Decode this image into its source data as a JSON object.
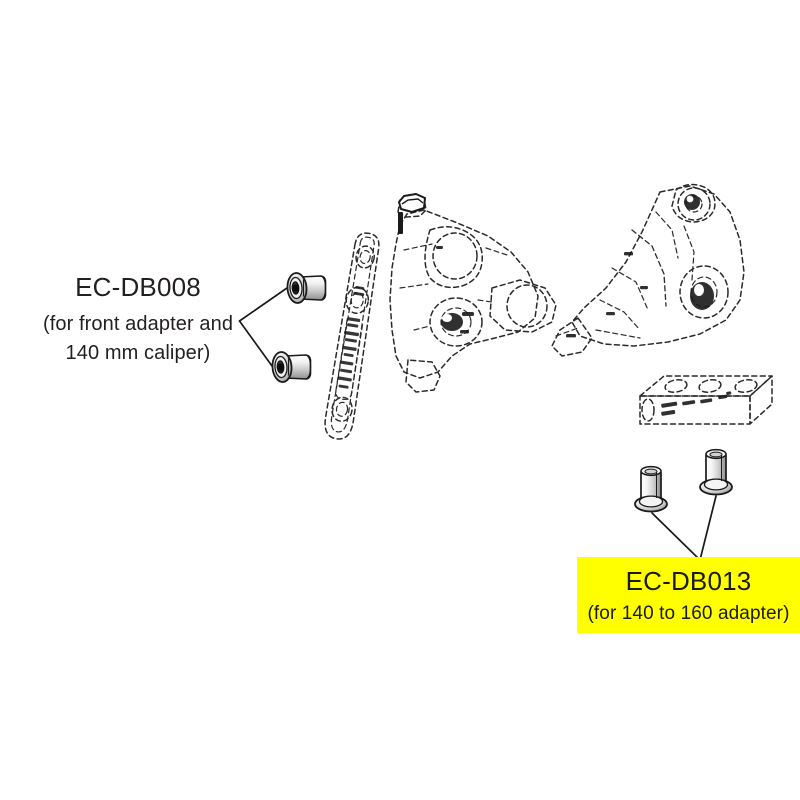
{
  "document": {
    "type": "exploded-parts-diagram",
    "subject": "Bicycle hydraulic disc brake caliper mounting hardware",
    "background_color": "#ffffff"
  },
  "callouts": [
    {
      "id": "ec-db008",
      "code": "EC-DB008",
      "description_line_1": "(for front adapter and",
      "description_line_2": "140 mm caliper)",
      "highlighted": false,
      "text_color": "#231f20"
    },
    {
      "id": "ec-db013",
      "code": "EC-DB013",
      "description_line_1": "(for 140 to 160 adapter)",
      "highlighted": true,
      "highlight_color": "#ffff00",
      "text_color": "#1a1a1a"
    }
  ],
  "parts": [
    {
      "name": "flange-bolt-upper-left",
      "kind": "hex-socket-flange-bolt",
      "style": "solid",
      "orientation": "horizontal"
    },
    {
      "name": "flange-bolt-lower-left",
      "kind": "hex-socket-flange-bolt",
      "style": "solid",
      "orientation": "horizontal"
    },
    {
      "name": "adapter-bracket-left",
      "kind": "disc-brake-mount-adapter",
      "style": "dashed",
      "orientation": "vertical-tilted"
    },
    {
      "name": "caliper-left",
      "kind": "hydraulic-disc-brake-caliper",
      "style": "dashed"
    },
    {
      "name": "caliper-right",
      "kind": "hydraulic-disc-brake-caliper",
      "style": "dashed"
    },
    {
      "name": "adapter-bracket-right",
      "kind": "disc-brake-mount-adapter",
      "style": "dashed",
      "orientation": "horizontal"
    },
    {
      "name": "flange-bolt-left-db013",
      "kind": "flanged-mounting-bolt",
      "style": "solid",
      "orientation": "vertical"
    },
    {
      "name": "flange-bolt-right-db013",
      "kind": "flanged-mounting-bolt",
      "style": "solid",
      "orientation": "vertical"
    }
  ],
  "colors": {
    "line": "#1a1a1a",
    "dashed_line": "#2a2a2a",
    "highlight": "#ffff00",
    "text": "#231f20",
    "metal_light": "#fdfdfd",
    "metal_mid": "#d8d8d8",
    "metal_dark": "#8a8a8a"
  }
}
